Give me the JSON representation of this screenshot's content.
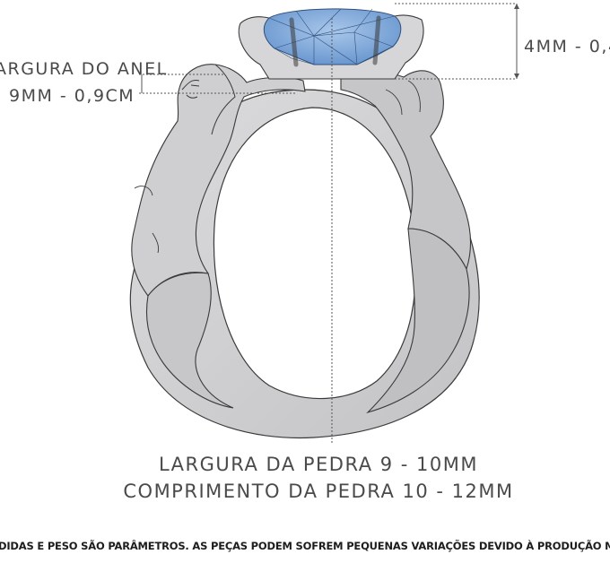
{
  "labels": {
    "ring_width_title": "ARGURA DO ANEL",
    "ring_width_value": "9MM - 0,9CM",
    "height_value": "4MM - 0,4",
    "stone_width": "LARGURA DA PEDRA 9 - 10MM",
    "stone_length": "COMPRIMENTO DA PEDRA 10 - 12MM"
  },
  "footer": {
    "note": "DIDAS E PESO SÃO PARÂMETROS. AS PEÇAS PODEM SOFREM PEQUENAS VARIAÇÕES DEVIDO À PRODUÇÃO M"
  },
  "colors": {
    "metal": "#d2d2d4",
    "metal_shadow": "#b9b9bc",
    "outline": "#3a3a3a",
    "stone": "#8fb4df",
    "stone_dark": "#5d8dc9",
    "dim_line": "#555555"
  }
}
